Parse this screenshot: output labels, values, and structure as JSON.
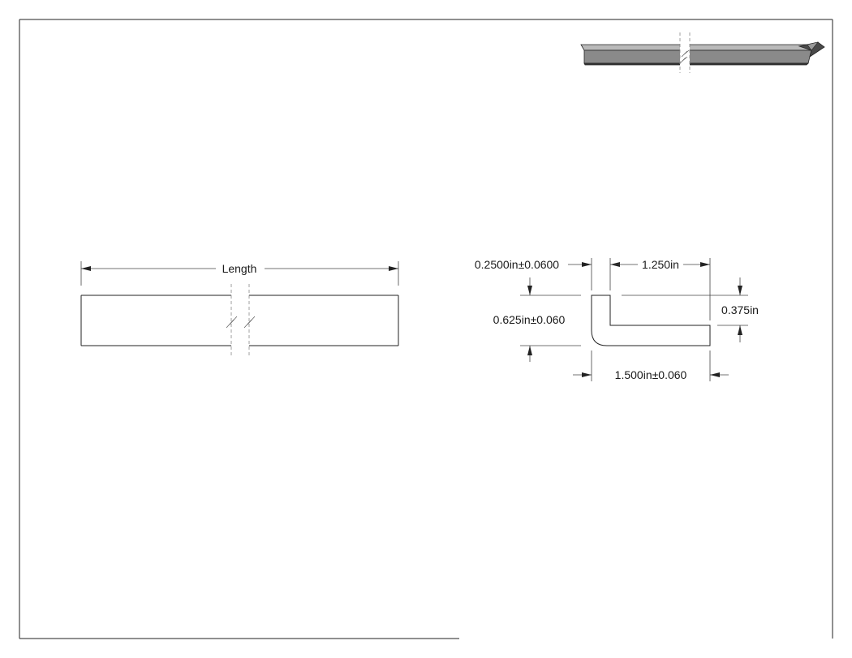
{
  "drawing": {
    "length_label": "Length",
    "section": {
      "thickness_label": "0.2500in±0.0600",
      "flange_width_label": "1.250in",
      "height_label": "0.625in±0.060",
      "leg_thickness_label": "0.375in",
      "overall_width_label": "1.500in±0.060"
    },
    "colors": {
      "line": "#222222",
      "model_face": "#8a8a8a",
      "model_dark": "#3a3a3a",
      "background": "#ffffff"
    }
  }
}
